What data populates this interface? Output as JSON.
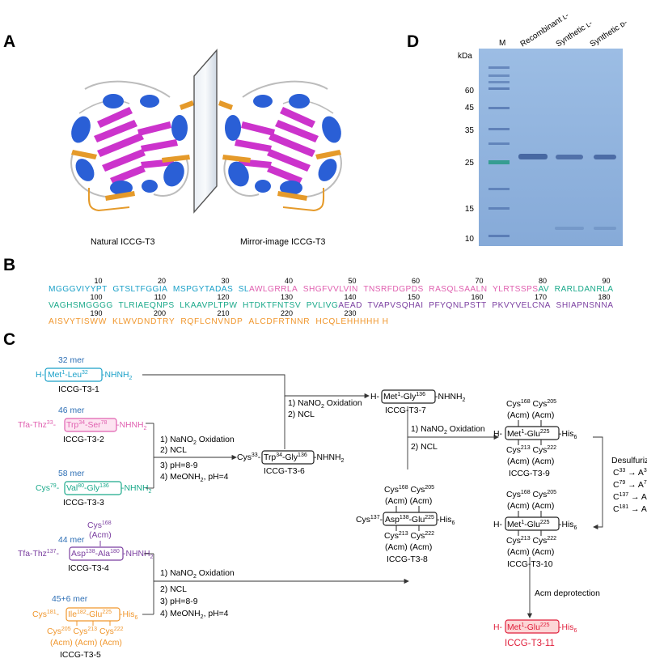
{
  "panels": {
    "a": "A",
    "b": "B",
    "c": "C",
    "d": "D"
  },
  "panel_a": {
    "natural_label": "Natural ICCG-T3",
    "mirror_label": "Mirror-image ICCG-T3"
  },
  "panel_b": {
    "rows": [
      {
        "numbers": [
          "10",
          "20",
          "30",
          "40",
          "50",
          "60",
          "70",
          "80",
          "90"
        ],
        "segments": [
          {
            "text": "MGGGVIYYPT",
            "color": "#1aa0c8"
          },
          {
            "text": "GTSLTFGGIA",
            "color": "#1aa0c8"
          },
          {
            "text": "MSPGYTADAS",
            "color": "#1aa0c8"
          },
          {
            "text": "SL",
            "color": "#1aa0c8"
          },
          {
            "text": "AWLGRRLA",
            "color": "#e060b0"
          },
          {
            "text": "SHGFVVLVIN",
            "color": "#e060b0"
          },
          {
            "text": "TNSRFDGPDS",
            "color": "#e060b0"
          },
          {
            "text": "RASQLSAALN",
            "color": "#e060b0"
          },
          {
            "text": "YLRTSSPS",
            "color": "#e060b0"
          },
          {
            "text": "AV",
            "color": "#1aa98a"
          },
          {
            "text": "RARLDANRLA",
            "color": "#1aa98a"
          }
        ]
      },
      {
        "numbers": [
          "100",
          "110",
          "120",
          "130",
          "140",
          "150",
          "160",
          "170",
          "180"
        ],
        "segments": [
          {
            "text": "VAGHSMGGGG",
            "color": "#1aa98a"
          },
          {
            "text": "TLRIAEQNPS",
            "color": "#1aa98a"
          },
          {
            "text": "LKAAVPLTPW",
            "color": "#1aa98a"
          },
          {
            "text": "HTDKTFNTSV",
            "color": "#1aa98a"
          },
          {
            "text": "PVLIVG",
            "color": "#1aa98a"
          },
          {
            "text": "AEAD",
            "color": "#7b3fa0"
          },
          {
            "text": "TVAPVSQHAI",
            "color": "#7b3fa0"
          },
          {
            "text": "PFYQNLPSTT",
            "color": "#7b3fa0"
          },
          {
            "text": "PKVYVELCNA",
            "color": "#7b3fa0"
          },
          {
            "text": "SHIAPNSNNA",
            "color": "#7b3fa0"
          }
        ]
      },
      {
        "numbers": [
          "190",
          "200",
          "210",
          "220",
          "230"
        ],
        "segments": [
          {
            "text": "AISVYTISWW",
            "color": "#f0962c"
          },
          {
            "text": "KLWVDNDTRY",
            "color": "#f0962c"
          },
          {
            "text": "RQFLCNVNDP",
            "color": "#f0962c"
          },
          {
            "text": "ALCDFRTNNR",
            "color": "#f0962c"
          },
          {
            "text": "HCQLEHHHHH H",
            "color": "#f0962c"
          }
        ]
      }
    ]
  },
  "panel_c": {
    "frag1": {
      "mer": "32 mer",
      "left": "H-",
      "box": "Met",
      "s1": "1",
      "mid": "-Leu",
      "s2": "32",
      "right": "-NHNH",
      "sub": "2",
      "name": "ICCG-T3-1"
    },
    "frag2": {
      "mer": "46 mer",
      "left": "Tfa-Thz",
      "ls": "33",
      "box": "Trp",
      "s1": "34",
      "mid": "-Ser",
      "s2": "78",
      "right": "-NHNH",
      "sub": "2",
      "name": "ICCG-T3-2"
    },
    "frag3": {
      "mer": "58 mer",
      "left": "Cys",
      "ls": "79",
      "box": "Val",
      "s1": "80",
      "mid": "-Gly",
      "s2": "136",
      "right": "-NHNH",
      "sub": "2",
      "name": "ICCG-T3-3"
    },
    "frag4": {
      "mer": "44 mer",
      "cys_top": "Cys",
      "cys_top_s": "168",
      "acm": "(Acm)",
      "left": "Tfa-Thz",
      "ls": "137",
      "box": "Asp",
      "s1": "138",
      "mid": "-Ala",
      "s2": "180",
      "right": "-NHNH",
      "sub": "2",
      "name": "ICCG-T3-4"
    },
    "frag5": {
      "mer": "45+6 mer",
      "left": "Cys",
      "ls": "181",
      "box": "Ile",
      "s1": "182",
      "mid": "-Glu",
      "s2": "225",
      "right": "-His",
      "sub": "6",
      "cys_bottom": "Cys",
      "b1": "205",
      "b2": "213",
      "b3": "222",
      "acm_row": "(Acm) (Acm) (Acm)",
      "name": "ICCG-T3-5"
    },
    "cond_a": [
      "1) NaNO",
      "2",
      " Oxidation",
      "2) NCL",
      "3) pH=8-9",
      "4) MeONH",
      "2",
      ", pH=4"
    ],
    "cond_b": [
      "1) NaNO",
      "2",
      " Oxidation",
      "2) NCL"
    ],
    "cond_c": [
      "1) NaNO",
      "2",
      " Oxidation",
      "2) NCL"
    ],
    "cond_d": [
      "1) NaNO",
      "2",
      " Oxidation",
      "2) NCL",
      "3) pH=8-9",
      "4) MeONH",
      "2",
      ", pH=4"
    ],
    "t6": {
      "left": "Cys",
      "ls": "33",
      "box": "Trp",
      "s1": "34",
      "mid": "-Gly",
      "s2": "136",
      "right": "-NHNH",
      "sub": "2",
      "name": "ICCG-T3-6"
    },
    "t7": {
      "left": "H-",
      "box": "Met",
      "s1": "1",
      "mid": "-Gly",
      "s2": "136",
      "right": "-NHNH",
      "sub": "2",
      "name": "ICCG-T3-7"
    },
    "t8": {
      "left": "Cys",
      "ls": "137",
      "box": "Asp",
      "s1": "138",
      "mid": "-Glu",
      "s2": "225",
      "right": "-His",
      "sub": "6",
      "name": "ICCG-T3-8"
    },
    "t9": {
      "left": "H-",
      "box": "Met",
      "s1": "1",
      "mid": "-Glu",
      "s2": "225",
      "right": "-His",
      "sub": "6",
      "name": "ICCG-T3-9"
    },
    "t10": {
      "left": "H-",
      "box": "Met",
      "s1": "1",
      "mid": "-Glu",
      "s2": "225",
      "right": "-His",
      "sub": "6",
      "name": "ICCG-T3-10"
    },
    "t11": {
      "left": "H-",
      "box": "Met",
      "s1": "1",
      "mid": "-Glu",
      "s2": "225",
      "right": "-His",
      "sub": "6",
      "name": "ICCG-T3-11"
    },
    "cys": {
      "c168": "168",
      "c205": "205",
      "c213": "213",
      "c222": "222",
      "word": "Cys",
      "acm": "(Acm)"
    },
    "desulf": {
      "title": "Desulfurization",
      "lines": [
        [
          "C",
          "33",
          "A",
          "33"
        ],
        [
          "C",
          "79",
          "A",
          "79"
        ],
        [
          "C",
          "137",
          "A",
          "137"
        ],
        [
          "C",
          "181",
          "A",
          "181"
        ]
      ],
      "arrow": "→"
    },
    "acm_deprotection": "Acm deprotection"
  },
  "panel_d": {
    "kda": "kDa",
    "lane_m": "M",
    "lane_labels": [
      "Recombinant ʟ-",
      "Synthetic ʟ-",
      "Synthetic ᴅ-"
    ],
    "ladder": [
      "60",
      "45",
      "35",
      "25",
      "15",
      "10"
    ]
  },
  "colors": {
    "blue": "#1aa0c8",
    "pink": "#e060b0",
    "teal": "#1aa98a",
    "purple": "#7b3fa0",
    "orange": "#f0962c",
    "red": "#e0203c",
    "num_blue": "#2e6fb5",
    "gel": "#8fb2dc"
  }
}
